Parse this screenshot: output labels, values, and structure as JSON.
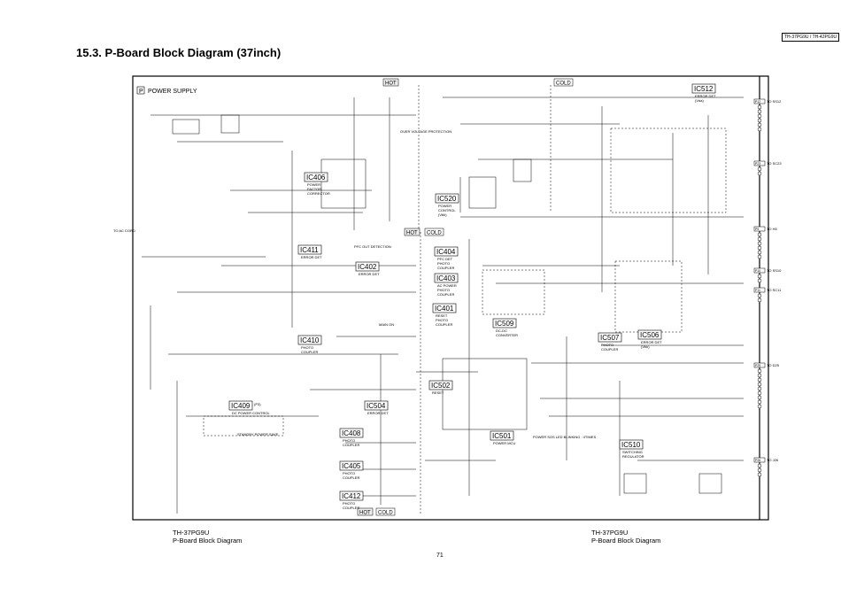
{
  "header": {
    "model_tag": "TH-37PG9U / TH-42PG9U",
    "title": "15.3.  P-Board Block Diagram (37inch)"
  },
  "board": {
    "letter": "P",
    "name": "POWER SUPPLY",
    "ac_cord": "TO AC CORD"
  },
  "isolation": {
    "hot": "HOT",
    "cold": "COLD"
  },
  "blocks": [
    {
      "id": "IC406",
      "caption": [
        "POWER",
        "FACTOR",
        "CORRECTOR"
      ]
    },
    {
      "id": "IC520",
      "caption": [
        "POWER",
        "CONTROL",
        "(Vbk)"
      ]
    },
    {
      "id": "IC411",
      "caption": [
        "ERROR DET"
      ]
    },
    {
      "id": "IC402",
      "caption": [
        "ERROR DET"
      ]
    },
    {
      "id": "IC404",
      "caption": [
        "PFC DET",
        "PHOTO",
        "COUPLER"
      ]
    },
    {
      "id": "IC403",
      "caption": [
        "AC POWER",
        "PHOTO",
        "COUPLER"
      ]
    },
    {
      "id": "IC401",
      "caption": [
        "RESET",
        "PHOTO",
        "COUPLER"
      ]
    },
    {
      "id": "IC410",
      "caption": [
        "PHOTO",
        "COUPLER"
      ]
    },
    {
      "id": "IC509",
      "caption": [
        "DC-DC",
        "CONVERTER"
      ]
    },
    {
      "id": "IC507",
      "caption": [
        "PHOTO",
        "COUPLER"
      ]
    },
    {
      "id": "IC506",
      "caption": [
        "ERROR DET",
        "(Vbk)"
      ]
    },
    {
      "id": "IC512",
      "caption": [
        "ERROR DET",
        "(Vda)"
      ]
    },
    {
      "id": "IC502",
      "caption": [
        "RESET"
      ]
    },
    {
      "id": "IC504",
      "caption": [
        "ERROR DET"
      ]
    },
    {
      "id": "IC409",
      "caption": [
        "DC POWER CONTROL"
      ]
    },
    {
      "id": "IC408",
      "caption": [
        "PHOTO",
        "COUPLER"
      ]
    },
    {
      "id": "IC501",
      "caption": [
        "POWER MCU"
      ]
    },
    {
      "id": "IC510",
      "caption": [
        "SWITCHING",
        "REGULATOR"
      ]
    },
    {
      "id": "IC405",
      "caption": [
        "PHOTO",
        "COUPLER"
      ]
    },
    {
      "id": "IC412",
      "caption": [
        "PHOTO",
        "COUPLER"
      ]
    }
  ],
  "notes": {
    "ic409_pin": "(P3)",
    "standby": "STANDBY POWER SAVE",
    "main_on": "MAIN ON",
    "power_sos": "POWER SOS LED BLINKING : 4TIMES",
    "pfc_out": "PFC OUT DETECTION",
    "over_voltage": "OVER VOLTAGE PROTECTION"
  },
  "connectors": [
    {
      "id": "P12",
      "to": "TO SS12"
    },
    {
      "id": "P23",
      "to": "TO SC23"
    },
    {
      "id": "P5",
      "to": "TO H5"
    },
    {
      "id": "P10",
      "to": "TO SS10"
    },
    {
      "id": "P11",
      "to": "TO SC11"
    },
    {
      "id": "P25",
      "to": "TO D25"
    },
    {
      "id": "P26",
      "to": "TO J26"
    }
  ],
  "footer": {
    "left_model": "TH-37PG9U",
    "left_name": "P-Board Block Diagram",
    "right_model": "TH-37PG9U",
    "right_name": "P-Board Block Diagram",
    "page": "71"
  }
}
